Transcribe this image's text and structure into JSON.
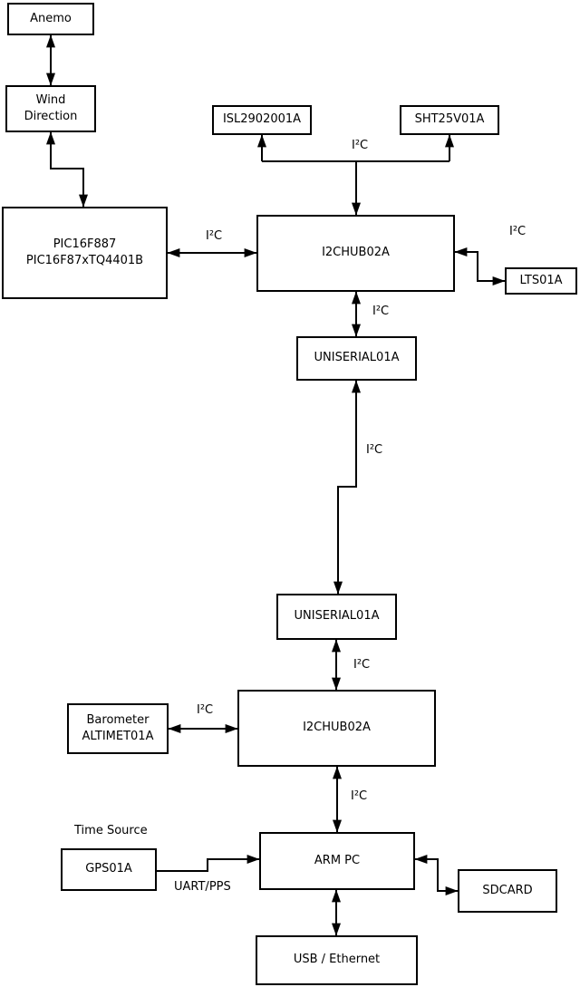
{
  "canvas": {
    "background_color": "#ffffff",
    "line_color": "#000000"
  },
  "nodes": {
    "anemo": {
      "label": "Anemo"
    },
    "wind_direction": {
      "line1": "Wind",
      "line2": "Direction"
    },
    "pic": {
      "line1": "PIC16F887",
      "line2": "PIC16F87xTQ4401B"
    },
    "isl": {
      "label": "ISL2902001A"
    },
    "sht": {
      "label": "SHT25V01A"
    },
    "i2c_hub_top": {
      "label": "I2CHUB02A"
    },
    "lts": {
      "label": "LTS01A"
    },
    "uniserial_top": {
      "label": "UNISERIAL01A"
    },
    "uniserial_bottom": {
      "label": "UNISERIAL01A"
    },
    "barometer": {
      "line1": "Barometer",
      "line2": "ALTIMET01A"
    },
    "i2c_hub_bottom": {
      "label": "I2CHUB02A"
    },
    "gps": {
      "label": "GPS01A"
    },
    "arm_pc": {
      "label": "ARM PC"
    },
    "sdcard": {
      "label": "SDCARD"
    },
    "usb_ethernet": {
      "label": "USB / Ethernet"
    }
  },
  "labels": {
    "i2c": "I²C",
    "uart_pps": "UART/PPS",
    "time_source": "Time Source"
  }
}
